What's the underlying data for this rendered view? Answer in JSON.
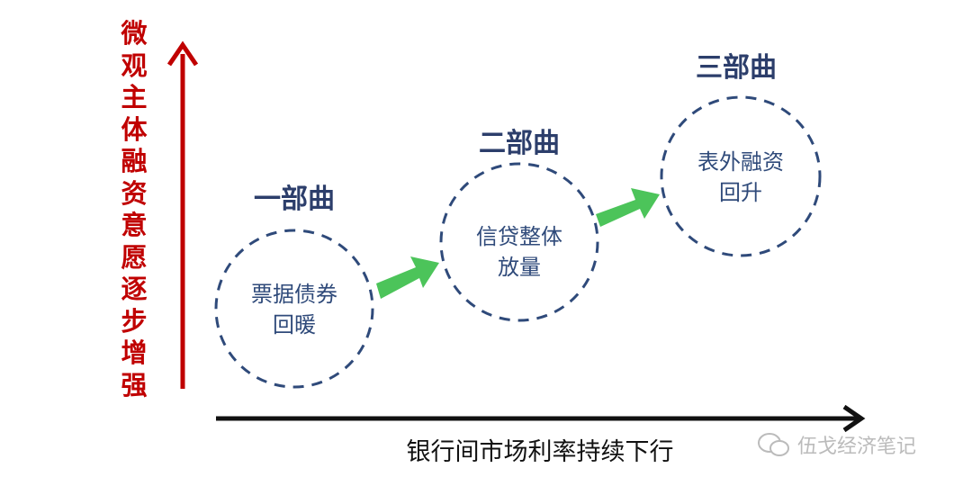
{
  "y_axis_label": "微观主体融资意愿逐步增强",
  "x_axis_label": "银行间市场利率持续下行",
  "stages": [
    {
      "title": "一部曲",
      "lines": [
        "票据债券",
        "回暖"
      ]
    },
    {
      "title": "二部曲",
      "lines": [
        "信贷整体",
        "放量"
      ]
    },
    {
      "title": "三部曲",
      "lines": [
        "表外融资",
        "回升"
      ]
    }
  ],
  "watermark": "伍戈经济笔记",
  "colors": {
    "y_axis": "#c00000",
    "x_axis": "#111111",
    "circle": "#2f4a7a",
    "arrow": "#4cc45a"
  }
}
